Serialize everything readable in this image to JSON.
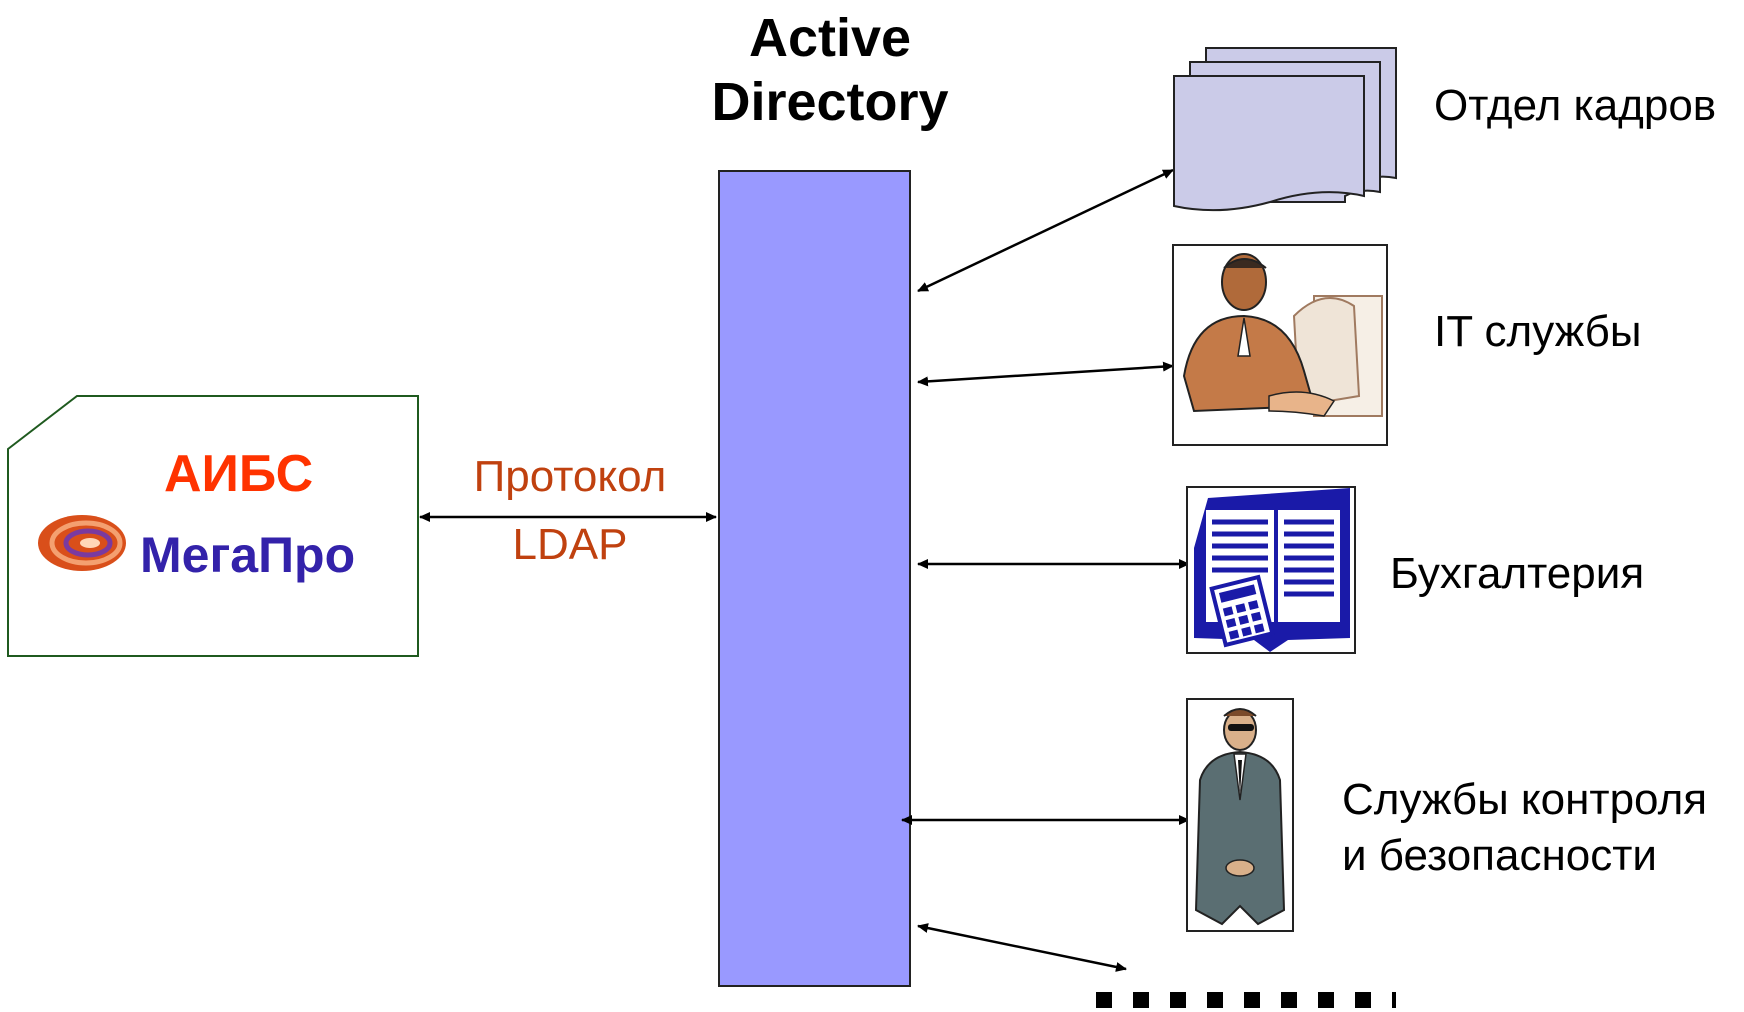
{
  "directory": {
    "title_line1": "Active",
    "title_line2": "Directory"
  },
  "protocol": {
    "line1": "Протокол",
    "line2": "LDAP"
  },
  "system": {
    "name": "АИБС",
    "product": "МегаПро"
  },
  "targets": [
    {
      "label": "Отдел кадров"
    },
    {
      "label": "IT службы"
    },
    {
      "label": "Бухгалтерия"
    },
    {
      "label_line1": "Службы контроля",
      "label_line2": "и безопасности"
    }
  ],
  "colors": {
    "directory_fill": "#9999ff",
    "system_name": "#ff3300",
    "product_name": "#3322aa",
    "protocol_text": "#c0410f"
  }
}
